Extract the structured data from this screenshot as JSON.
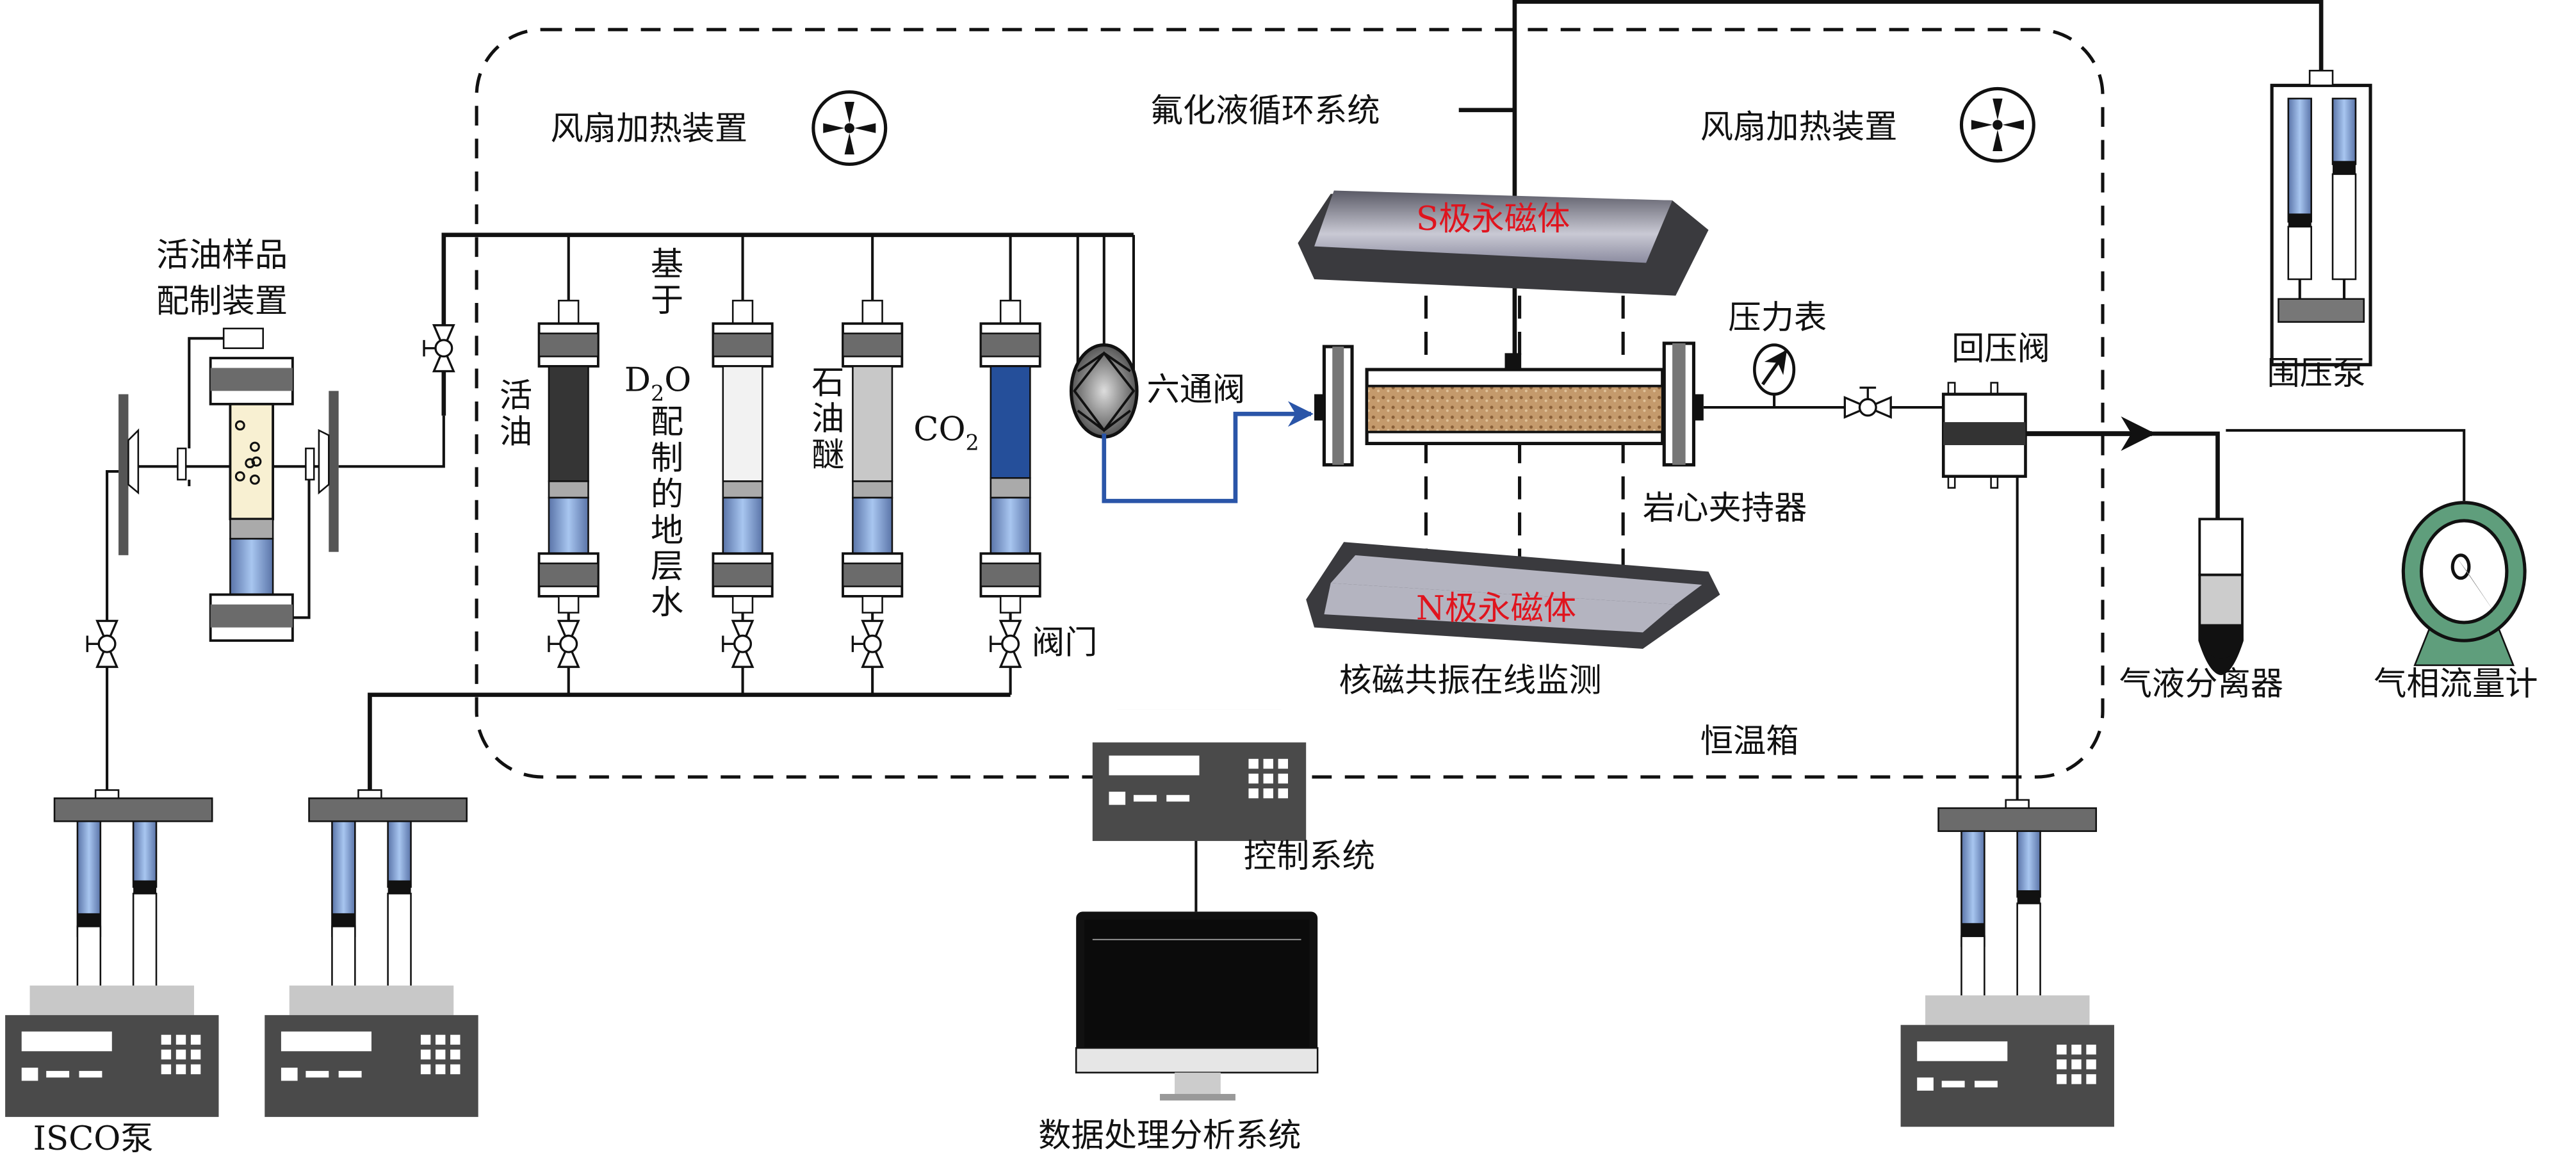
{
  "labels": {
    "fan_heater_left": "风扇加热装置",
    "fan_heater_right": "风扇加热装置",
    "fluorinated_circulation": "氟化液循环系统",
    "s_magnet": "S极永磁体",
    "n_magnet": "N极永磁体",
    "live_oil_prep_line1": "活油样品",
    "live_oil_prep_line2": "配制装置",
    "live_oil": "活油",
    "d2o_prefix": "基于",
    "d2o_chem": "D",
    "d2o_sub": "2",
    "d2o_chem2": "O",
    "d2o_suffix": "配制的地层水",
    "petroleum_ether": "石油醚",
    "co2_chem": "CO",
    "co2_sub": "2",
    "six_way_valve": "六通阀",
    "pressure_gauge": "压力表",
    "back_pressure_valve": "回压阀",
    "confining_pump": "围压泵",
    "core_holder": "岩心夹持器",
    "nmr_monitoring": "核磁共振在线监测",
    "thermostat": "恒温箱",
    "valve": "阀门",
    "gas_liquid_separator": "气液分离器",
    "gas_flowmeter": "气相流量计",
    "control_system": "控制系统",
    "data_system": "数据处理分析系统",
    "isco_pump": "ISCO泵"
  },
  "colors": {
    "magnet_label": "#e0141e",
    "co2_fill": "#254f9a",
    "piston_blue": "#9fbbe6",
    "flow_line": "#2a55a8",
    "flowmeter": "#5f9e7c",
    "core": "#b88a5a"
  }
}
